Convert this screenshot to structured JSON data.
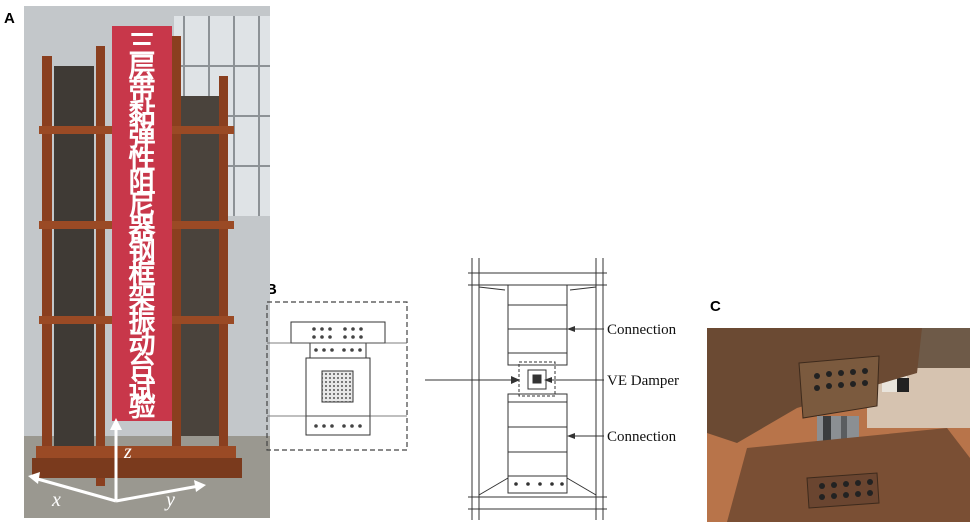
{
  "panels": {
    "a": {
      "letter": "A"
    },
    "b": {
      "letter": "B"
    },
    "c": {
      "letter": "C"
    }
  },
  "photo_a": {
    "banner_characters": [
      "三",
      "层",
      "带",
      "黏",
      "弹",
      "性",
      "阻",
      "尼",
      "器",
      "钢",
      "框",
      "架",
      "振",
      "动",
      "台",
      "试",
      "验"
    ],
    "axes": {
      "x": "x",
      "y": "y",
      "z": "z"
    }
  },
  "drawing": {
    "labels": {
      "connection_top": "Connection",
      "damper": "VE Damper",
      "connection_bottom": "Connection"
    }
  },
  "colors": {
    "banner_red": "#c8374a",
    "frame_rust": "#8a3f1f",
    "line": "#333333"
  }
}
